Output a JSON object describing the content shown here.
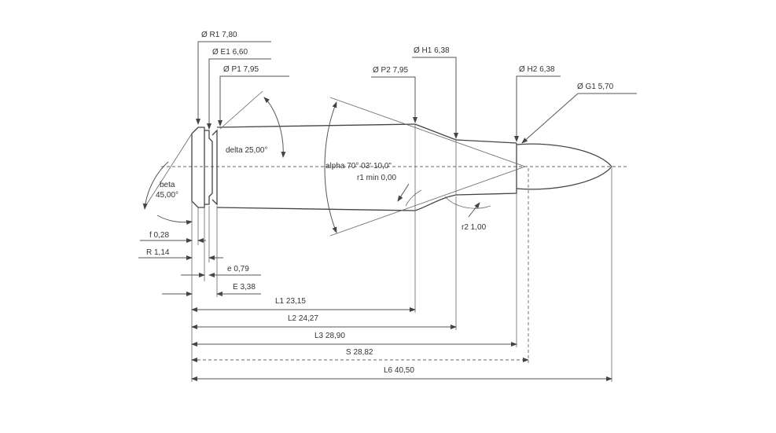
{
  "diagram": {
    "diameters": {
      "r1": "Ø R1  7,80",
      "e1": "Ø E1  6,60",
      "p1": "Ø P1  7,95",
      "p2": "Ø P2  7,95",
      "h1": "Ø H1  6,38",
      "h2": "Ø H2  6,38",
      "g1": "Ø G1  5,70"
    },
    "angles": {
      "delta": "delta  25,00°",
      "alpha": "alpha  70° 03' 10,0\"",
      "beta_name": "beta",
      "beta_value": "45,00°"
    },
    "radii": {
      "r1min": "r1 min  0,00",
      "r2": "r2  1,00"
    },
    "rim_dims": {
      "f": "f  0,28",
      "R": "R  1,14",
      "e": "e  0,79",
      "E": "E  3,38"
    },
    "lengths": {
      "L1": "L1  23,15",
      "L2": "L2  24,27",
      "L3": "L3  28,90",
      "S": "S  28,82",
      "L6": "L6  40,50"
    }
  }
}
